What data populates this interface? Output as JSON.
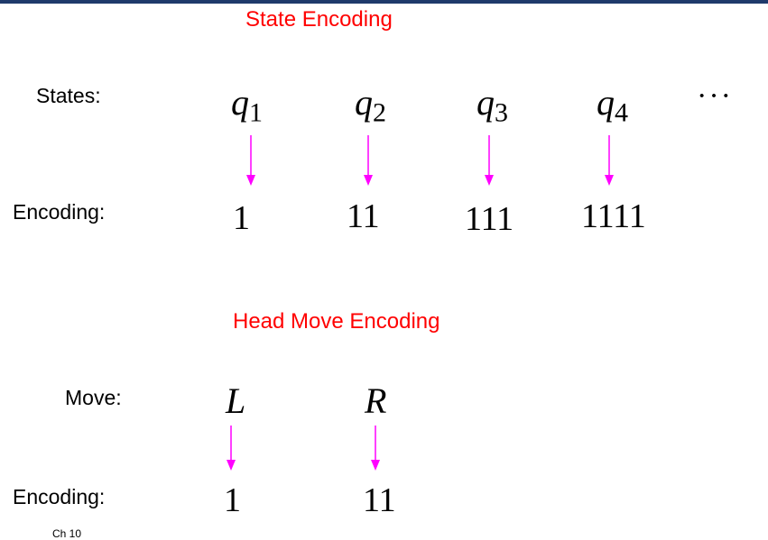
{
  "state_section": {
    "title": "State Encoding",
    "states_label": "States:",
    "encoding_label": "Encoding:",
    "states": [
      {
        "symbol": "q",
        "subscript": "1",
        "encoding": "1"
      },
      {
        "symbol": "q",
        "subscript": "2",
        "encoding": "11"
      },
      {
        "symbol": "q",
        "subscript": "3",
        "encoding": "111"
      },
      {
        "symbol": "q",
        "subscript": "4",
        "encoding": "1111"
      }
    ],
    "ellipsis": "···"
  },
  "move_section": {
    "title": "Head Move Encoding",
    "move_label": "Move:",
    "encoding_label": "Encoding:",
    "moves": [
      {
        "symbol": "L",
        "encoding": "1"
      },
      {
        "symbol": "R",
        "encoding": "11"
      }
    ]
  },
  "footer": {
    "text": "Ch 10"
  },
  "colors": {
    "heading": "#ff0000",
    "arrow": "#ff00ff",
    "top_bar": "#1f3a6b"
  }
}
